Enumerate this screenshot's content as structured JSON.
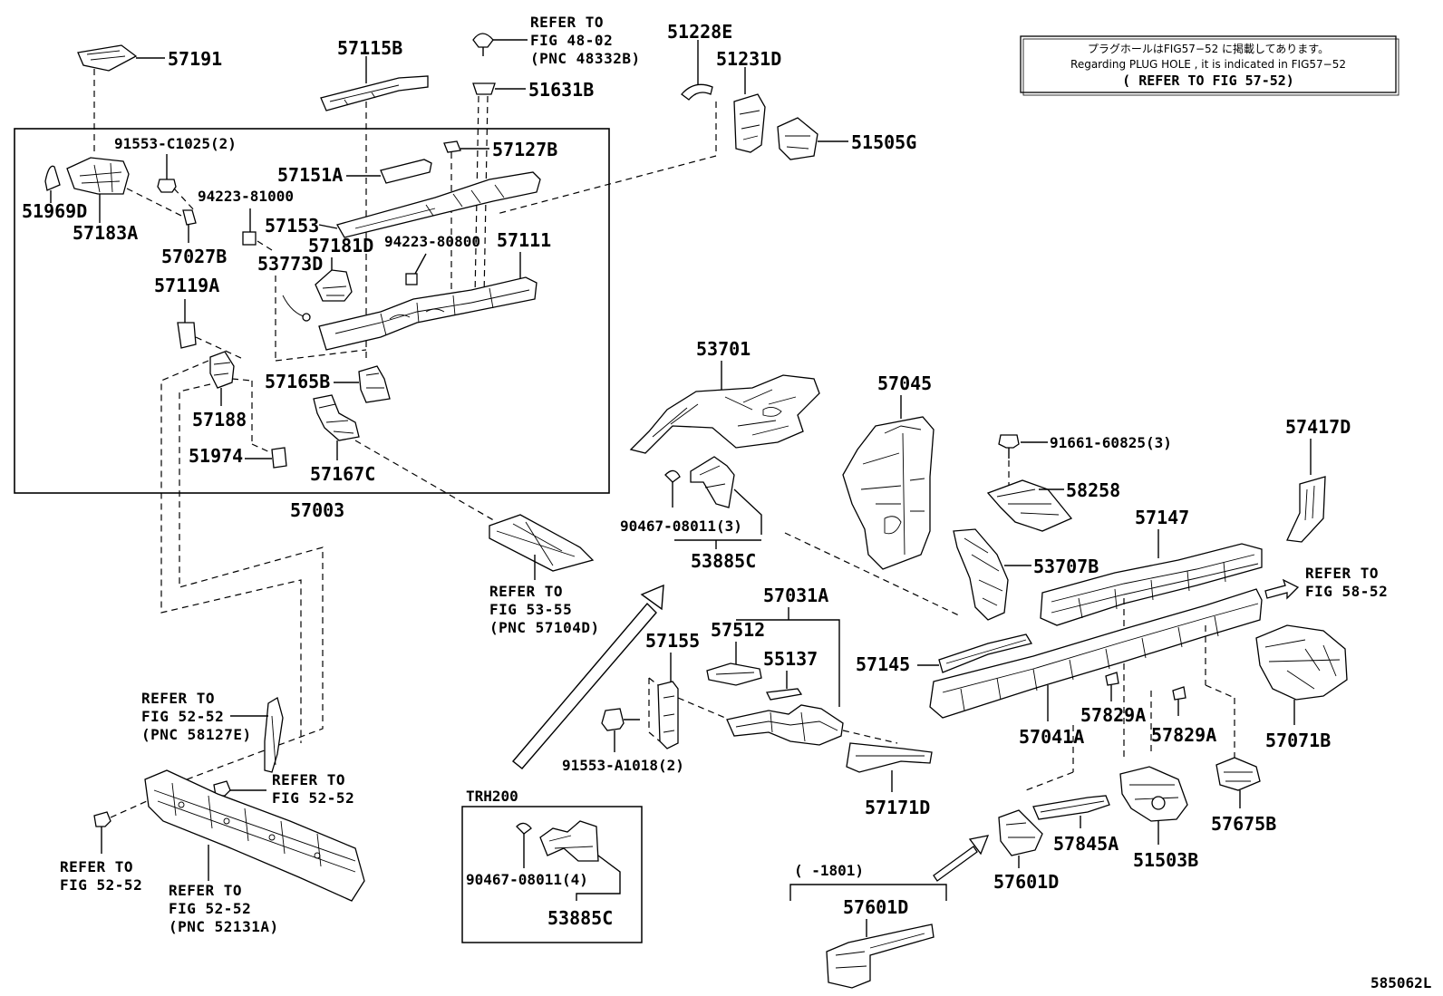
{
  "diagram_id": "585062L",
  "note": {
    "line1": "プラグホールはFIG57−52 に掲載してあります。",
    "line2": "Regarding  PLUG HOLE , it is indicated in FIG57−52",
    "line3": "( REFER TO FIG 57-52)"
  },
  "group_labels": {
    "main_box": "57003",
    "trh_box": "TRH200",
    "date_range": "(     -1801)"
  },
  "parts": {
    "p57191": "57191",
    "p57115B": "57115B",
    "p51631B": "51631B",
    "p51228E": "51228E",
    "p51231D": "51231D",
    "p51505G": "51505G",
    "p91553C1025": "91553-C1025(2)",
    "p57127B": "57127B",
    "p57151A": "57151A",
    "p51969D": "51969D",
    "p94223_81000": "94223-81000",
    "p57153": "57153",
    "p57183A": "57183A",
    "p57027B": "57027B",
    "p57181D": "57181D",
    "p94223_80800": "94223-80800",
    "p57111": "57111",
    "p53773D": "53773D",
    "p57119A": "57119A",
    "p57165B": "57165B",
    "p57188": "57188",
    "p51974": "51974",
    "p57167C": "57167C",
    "p53701": "53701",
    "p57045": "57045",
    "p91661": "91661-60825(3)",
    "p57417D": "57417D",
    "p58258": "58258",
    "p90467_3": "90467-08011(3)",
    "p53885C": "53885C",
    "p57147": "57147",
    "p53707B": "53707B",
    "p57031A": "57031A",
    "p57155": "57155",
    "p57512": "57512",
    "p55137": "55137",
    "p57145": "57145",
    "p57071B": "57071B",
    "p57041A": "57041A",
    "p57829A_1": "57829A",
    "p57829A_2": "57829A",
    "p91553A1018": "91553-A1018(2)",
    "p57171D": "57171D",
    "p57675B": "57675B",
    "p57845A": "57845A",
    "p51503B": "51503B",
    "p57601D_1": "57601D",
    "p57601D_2": "57601D",
    "p90467_4": "90467-08011(4)",
    "p53885C_2": "53885C"
  },
  "refs": {
    "r48": {
      "l1": "REFER TO",
      "l2": "FIG 48-02",
      "l3": "(PNC 48332B)"
    },
    "r53": {
      "l1": "REFER TO",
      "l2": "FIG 53-55",
      "l3": "(PNC 57104D)"
    },
    "r58": {
      "l1": "REFER TO",
      "l2": "FIG 58-52"
    },
    "r52a": {
      "l1": "REFER TO",
      "l2": "FIG 52-52",
      "l3": "(PNC 58127E)"
    },
    "r52b": {
      "l1": "REFER TO",
      "l2": "FIG 52-52"
    },
    "r52c": {
      "l1": "REFER TO",
      "l2": "FIG 52-52"
    },
    "r52d": {
      "l1": "REFER TO",
      "l2": "FIG 52-52",
      "l3": "(PNC 52131A)"
    }
  }
}
